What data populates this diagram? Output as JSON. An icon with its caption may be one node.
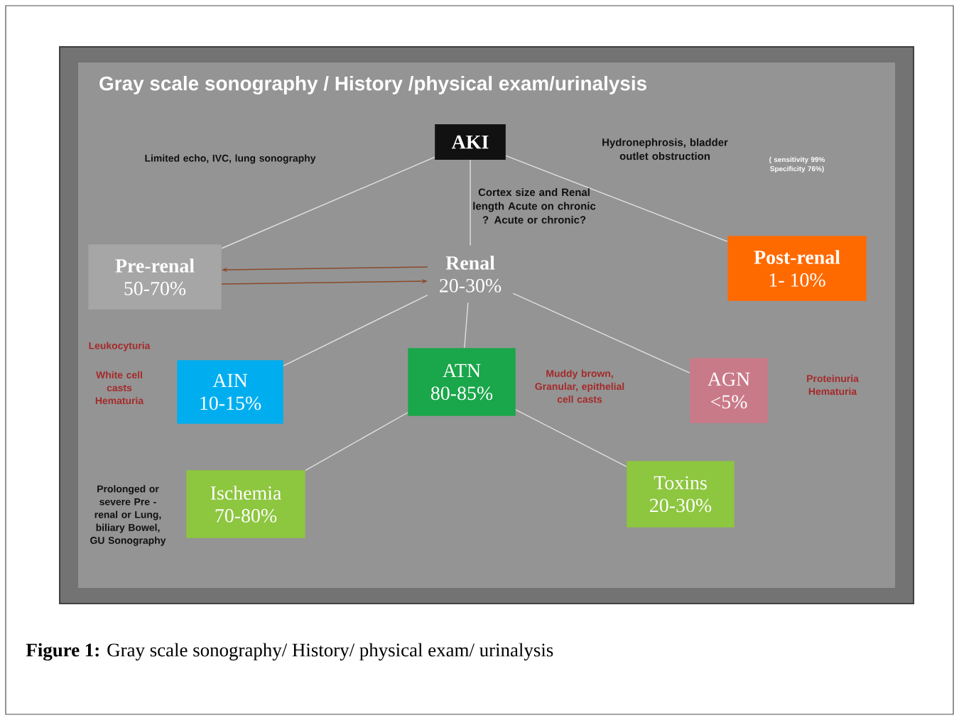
{
  "diagram": {
    "title": "Gray scale sonography / History /physical exam/urinalysis",
    "caption": "**Figure 1:** Gray scale sonography/ History/ physical exam/ urinalysis",
    "nodes": [
      {
        "text": [
          "AKI"
        ]
      },
      {
        "text": [
          "Pre-renal",
          "50-70%"
        ]
      },
      {
        "text": [
          "Renal",
          "20-30%"
        ]
      },
      {
        "text": [
          "Post-renal",
          "1- 10%"
        ]
      },
      {
        "text": [
          "AIN",
          "10-15%"
        ]
      },
      {
        "text": [
          "ATN",
          "80-85%"
        ]
      },
      {
        "text": [
          "AGN",
          "<5%"
        ]
      },
      {
        "text": [
          "Ischemia",
          "70-80%"
        ]
      },
      {
        "text": [
          "Toxins",
          "20-30%"
        ]
      }
    ],
    "edges": [
      {
        "from": 0,
        "to": 1,
        "arrow": "none"
      },
      {
        "from": 0,
        "to": 2,
        "arrow": "none"
      },
      {
        "from": 0,
        "to": 3,
        "arrow": "none"
      },
      {
        "from": 1,
        "to": 2,
        "arrow": "to",
        "color": "#8b4a2b"
      },
      {
        "from": 2,
        "to": 1,
        "arrow": "to",
        "color": "#8b4a2b"
      },
      {
        "from": 2,
        "to": 4,
        "arrow": "none"
      },
      {
        "from": 2,
        "to": 5,
        "arrow": "none"
      },
      {
        "from": 2,
        "to": 6,
        "arrow": "none"
      },
      {
        "from": 5,
        "to": 7,
        "arrow": "none"
      },
      {
        "from": 5,
        "to": 8,
        "arrow": "none"
      }
    ],
    "labels": [
      "Limited echo, IVC, lung sonography",
      "Hydronephrosis, bladder outlet obstruction",
      "( sensitivity 99% Specificity 76%)",
      "Cortex size and Renal length Acute on chronic ? Acute or chronic?",
      "Leukocyturia",
      "White cell casts Hematuria",
      "Muddy brown, Granular, epithelial cell casts",
      "Proteinuria Hematuria",
      "Prolonged or severe Pre - renal or Lung, biliary Bowel, GU Sonography"
    ]
  }
}
